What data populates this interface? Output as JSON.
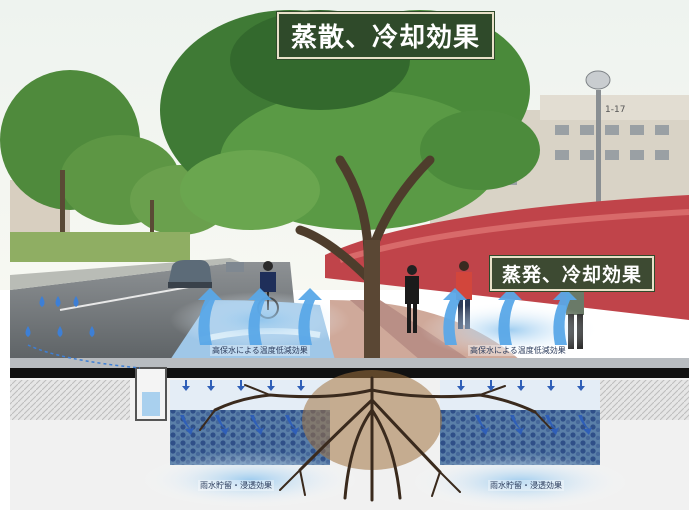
{
  "labels": {
    "evaporation_title": "蒸散、冷却効果",
    "evaporation_ground_title": "蒸発、冷却効果",
    "left_pave_caption": "高保水による温度低減効果",
    "right_pave_caption": "高保水による温度低減効果",
    "left_ground_caption": "雨水貯留・浸透効果",
    "right_ground_caption": "雨水貯留・浸透効果",
    "building_number": "1-17"
  },
  "colors": {
    "title_bg": "#2f4a2a",
    "water_blue": "#3d7fd6",
    "arrow_blue": "#5aa8e8",
    "tree_foliage": "#3f7a35",
    "hedge_red": "#c0444a",
    "soil_gray": "#d8d8d8"
  },
  "icons": [
    "water-drop-icon",
    "evaporation-arrow-icon",
    "infiltration-arrow-icon"
  ]
}
